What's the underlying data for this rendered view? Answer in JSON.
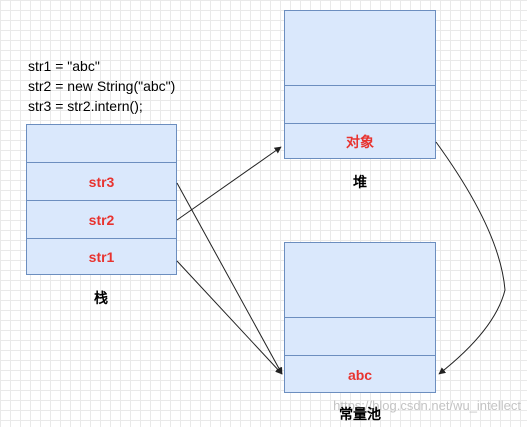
{
  "code": {
    "line1": "str1 = \"abc\"",
    "line2": "str2 = new String(\"abc\")",
    "line3": "str3 = str2.intern();"
  },
  "stack": {
    "label": "栈",
    "cells": [
      "",
      "str3",
      "str2",
      "str1"
    ]
  },
  "heap": {
    "label": "堆",
    "cells": [
      "",
      "",
      "对象"
    ]
  },
  "pool": {
    "label": "常量池",
    "cells": [
      "",
      "",
      "abc"
    ]
  },
  "watermark": "https://blog.csdn.net/wu_intellect",
  "colors": {
    "box_fill": "#dae8fc",
    "box_border": "#6c8ebf",
    "cell_text": "#e8332f",
    "arrow": "#222222"
  }
}
